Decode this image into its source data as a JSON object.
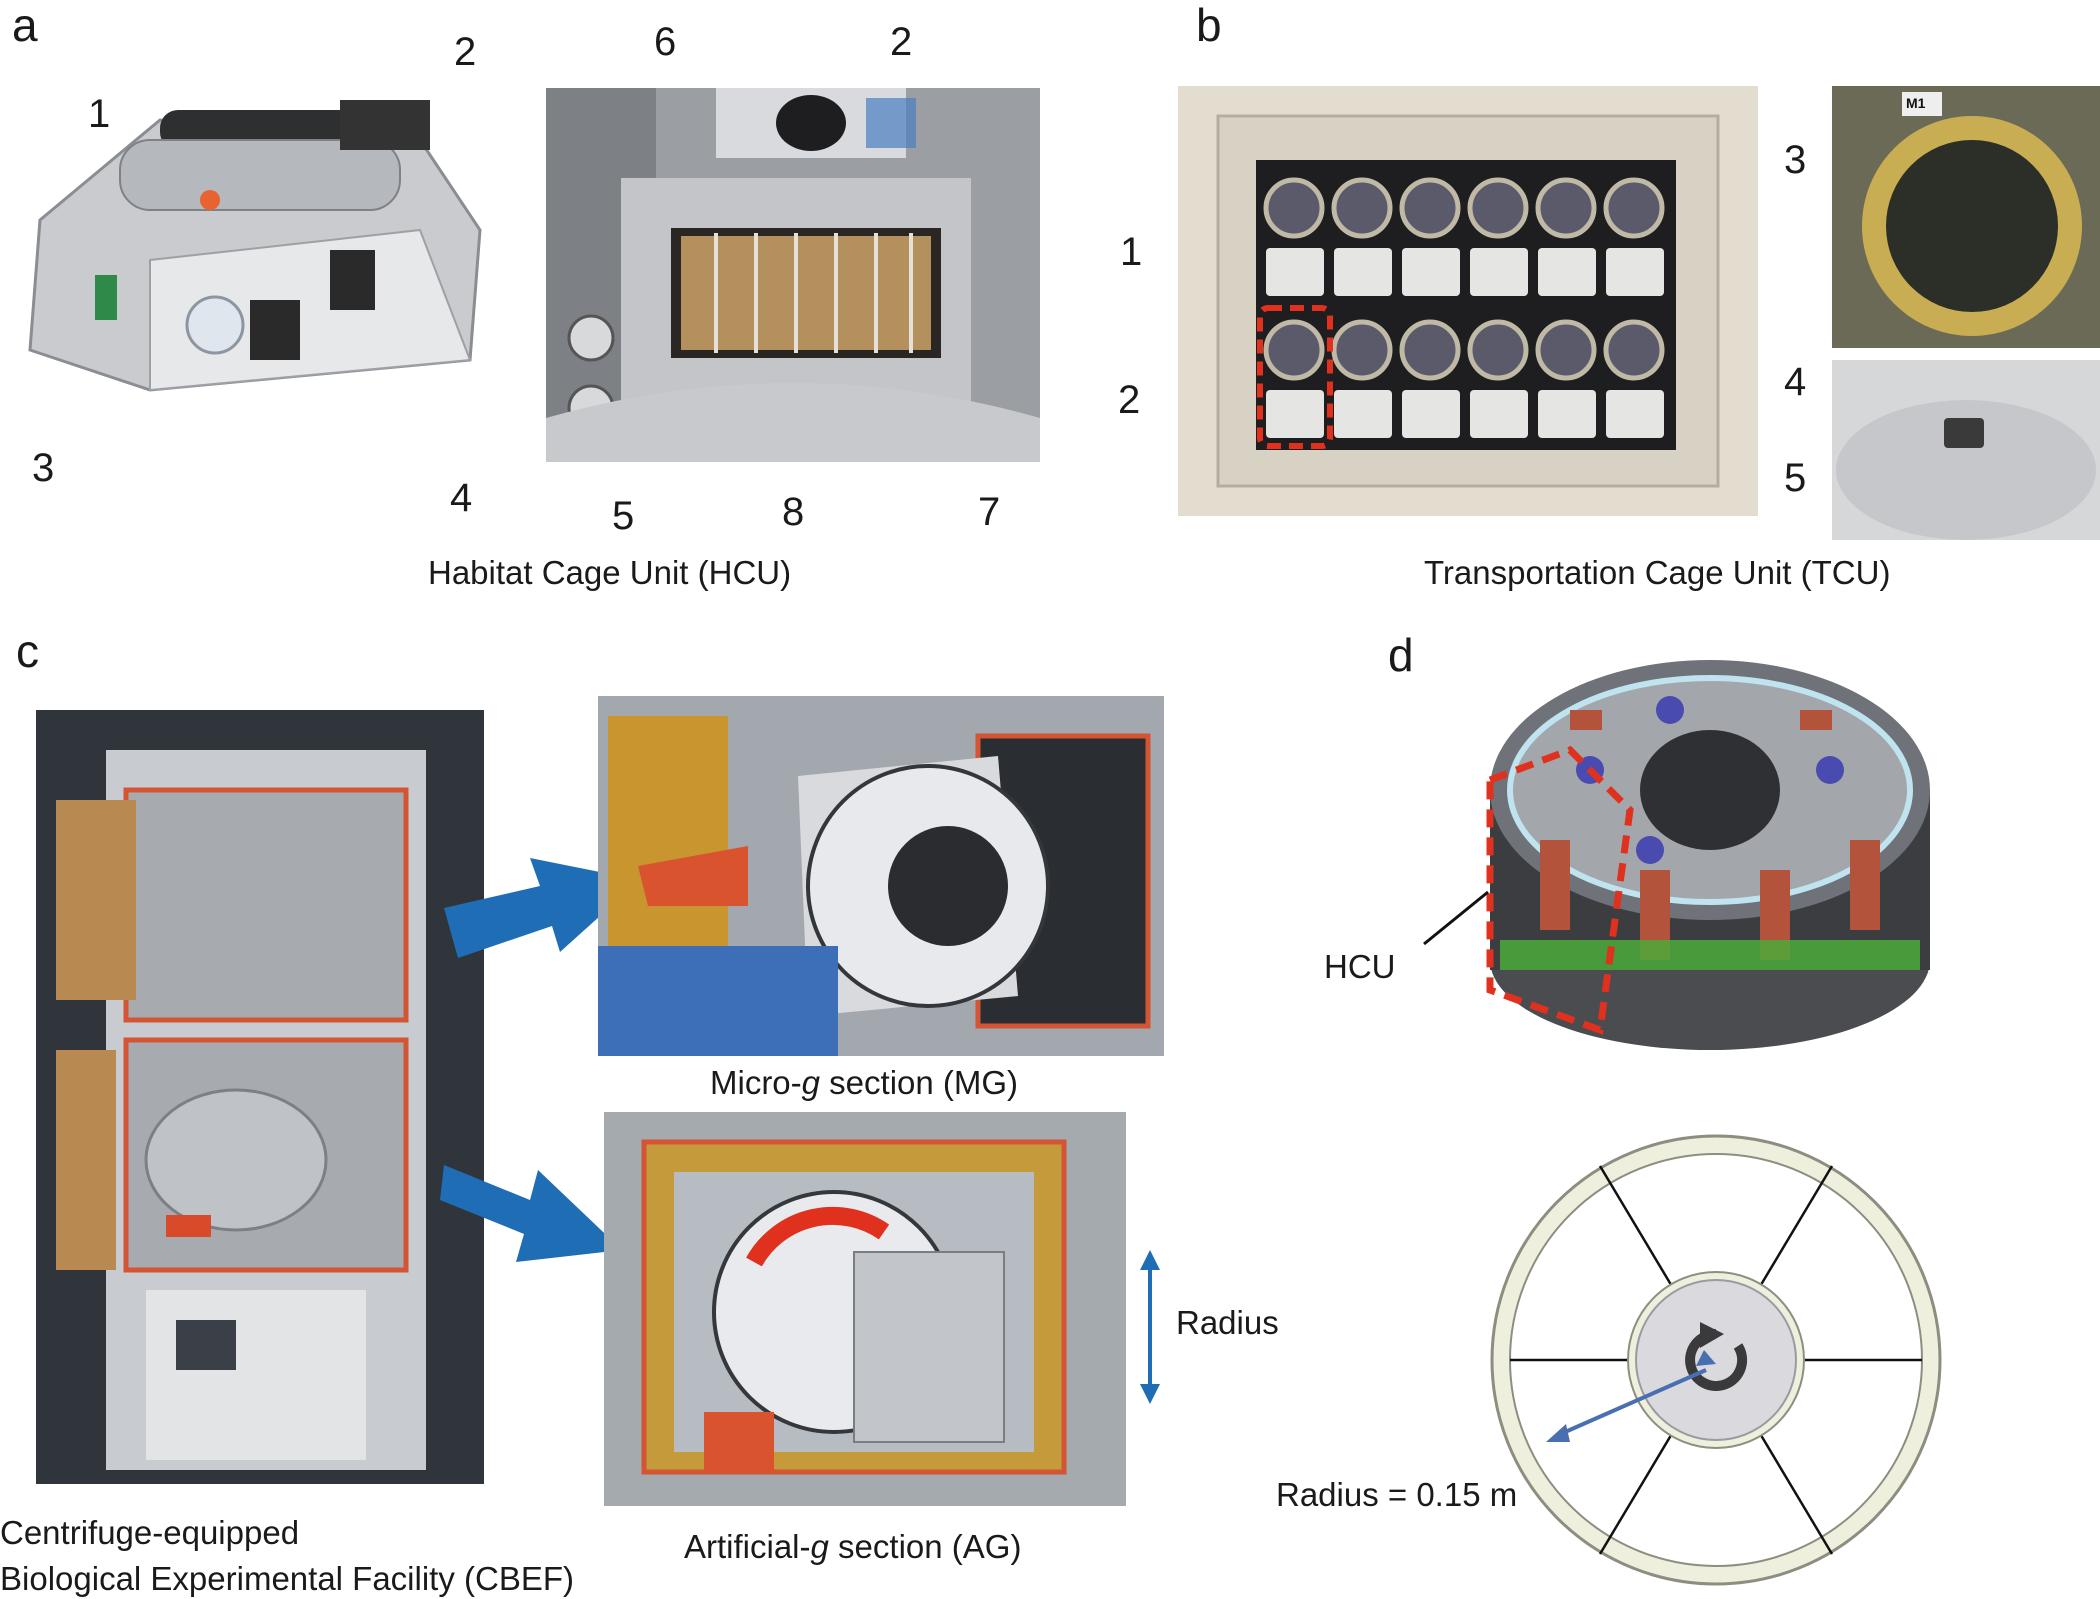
{
  "panels": {
    "a": {
      "letter": "a",
      "caption": "Habitat Cage Unit (HCU)",
      "labels": [
        "1",
        "2",
        "3",
        "4",
        "6",
        "2",
        "5",
        "8",
        "7"
      ]
    },
    "b": {
      "letter": "b",
      "caption": "Transportation Cage Unit (TCU)",
      "labels": [
        "1",
        "2",
        "3",
        "4",
        "5"
      ],
      "tag": "M1"
    },
    "c": {
      "letter": "c",
      "caption_main_line1": "Centrifuge-equipped",
      "caption_main_line2": "Biological Experimental Facility (CBEF)",
      "mg_prefix": "Micro-",
      "mg_italic": "g",
      "mg_suffix": " section (MG)",
      "ag_prefix": "Artificial-",
      "ag_italic": "g",
      "ag_suffix": " section (AG)",
      "radius_label": "Radius"
    },
    "d": {
      "letter": "d",
      "hcu_label": "HCU",
      "radius_text": "Radius = 0.15 m"
    }
  },
  "colors": {
    "arrow_blue": "#1f6db5",
    "highlight_red": "#e0301e",
    "ring_fill": "#eeefdc",
    "hub_fill": "#d9d9de"
  }
}
